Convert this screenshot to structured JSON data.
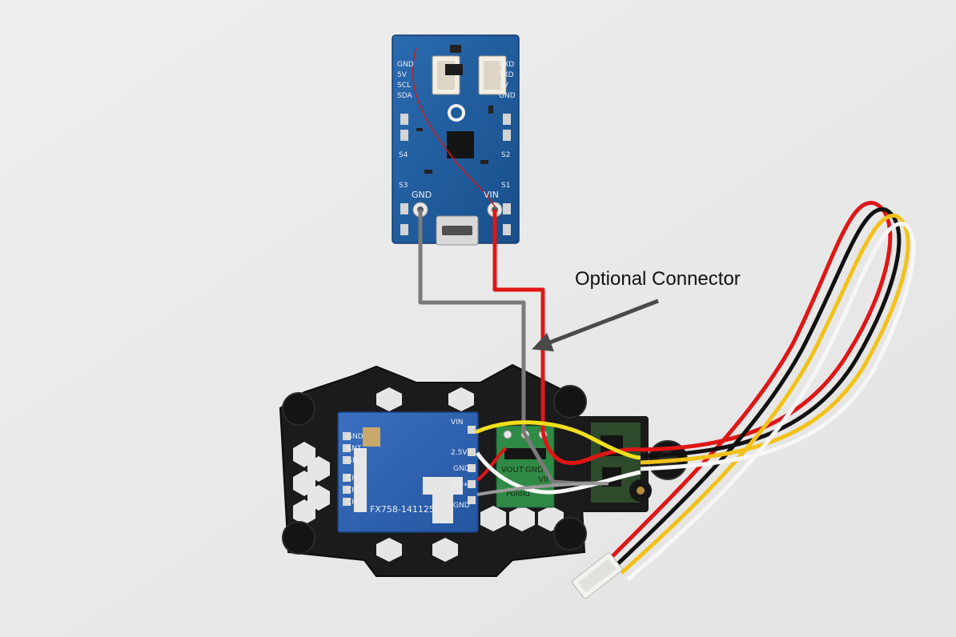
{
  "annotation": {
    "label": "Optional Connector"
  },
  "top_board": {
    "pins_left": [
      "GND",
      "5V",
      "SCL",
      "SDA"
    ],
    "pins_right": [
      "RXD",
      "TXD",
      "5V",
      "GND"
    ],
    "side_left": [
      "S4",
      "S3"
    ],
    "side_right": [
      "S2",
      "S1"
    ],
    "power_pads": [
      "GND",
      "VIN"
    ]
  },
  "transmitter_board": {
    "model_text": "FX758-141125",
    "pins_left": [
      "GND",
      "ANT",
      "GND",
      "CH3",
      "CH2",
      "CH1"
    ],
    "pins_right": [
      "VIN",
      "2.5V",
      "GND",
      "5V+",
      "GND"
    ]
  },
  "regulator_board": {
    "pins": [
      "VOUT",
      "GND",
      "VIN"
    ],
    "print": "Pololu"
  },
  "colors": {
    "background": "#ececec",
    "pcb_blue": "#1e5c9e",
    "tx_blue": "#2f63b3",
    "frame_black": "#1b1b1b",
    "wire_red": "#e01616",
    "wire_gray": "#7b7b7b",
    "wire_yellow": "#f2df1a",
    "wire_white": "#f7f7f7",
    "annotation_arrow": "#4a4a4a"
  }
}
